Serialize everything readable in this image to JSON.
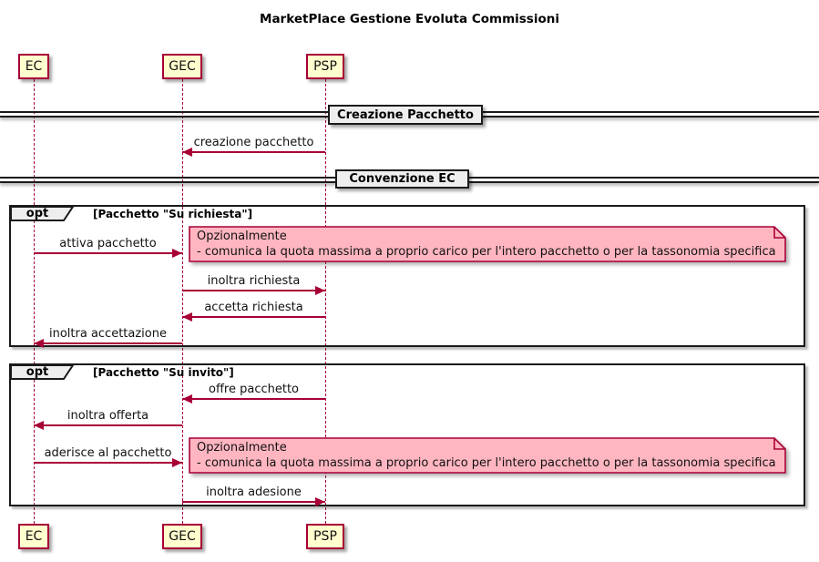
{
  "title": "MarketPlace Gestione Evoluta Commissioni",
  "actors": [
    {
      "name": "EC"
    },
    {
      "name": "GEC"
    },
    {
      "name": "PSP"
    }
  ],
  "dividers": [
    {
      "label": "Creazione Pacchetto"
    },
    {
      "label": "Convenzione EC"
    }
  ],
  "frames": [
    {
      "keyword": "opt",
      "condition": "[Pacchetto \"Su richiesta\"]"
    },
    {
      "keyword": "opt",
      "condition": "[Pacchetto \"Su invito\"]"
    }
  ],
  "messages": [
    {
      "from": "PSP",
      "to": "GEC",
      "label": "creazione pacchetto"
    },
    {
      "from": "EC",
      "to": "GEC",
      "label": "attiva pacchetto"
    },
    {
      "from": "GEC",
      "to": "PSP",
      "label": "inoltra richiesta"
    },
    {
      "from": "PSP",
      "to": "GEC",
      "label": "accetta richiesta"
    },
    {
      "from": "GEC",
      "to": "EC",
      "label": "inoltra accettazione"
    },
    {
      "from": "PSP",
      "to": "GEC",
      "label": "offre pacchetto"
    },
    {
      "from": "GEC",
      "to": "EC",
      "label": "inoltra offerta"
    },
    {
      "from": "EC",
      "to": "GEC",
      "label": "aderisce al pacchetto"
    },
    {
      "from": "GEC",
      "to": "PSP",
      "label": "inoltra adesione"
    }
  ],
  "notes": [
    {
      "line1": "Opzionalmente",
      "line2": "- comunica la quota massima a proprio carico per l'intero pacchetto o per la tassonomia specifica"
    },
    {
      "line1": "Opzionalmente",
      "line2": "- comunica la quota massima a proprio carico per l'intero pacchetto o per la tassonomia specifica"
    }
  ],
  "colors": {
    "accent": "#A80036",
    "actor_fill": "#FEFECE",
    "note_fill": "#FFB6C1",
    "header_fill": "#EEEEEE",
    "frame_border": "#1A1A1A"
  }
}
